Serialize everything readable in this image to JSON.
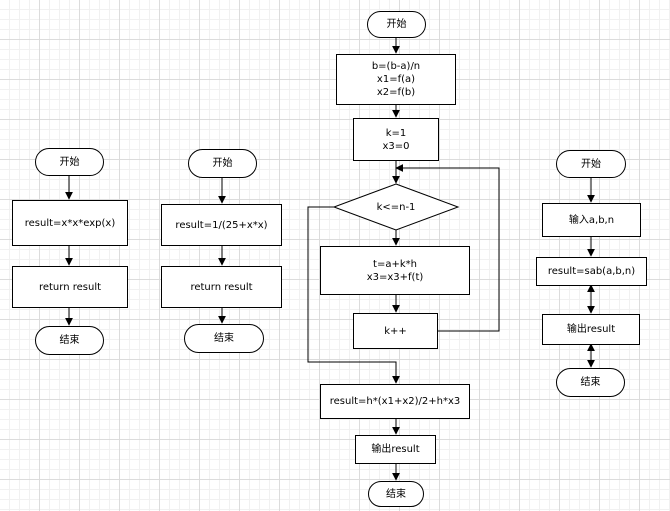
{
  "flow1": {
    "start": "开始",
    "step1": "result=x*x*exp(x)",
    "step2": "return result",
    "end": "结束"
  },
  "flow2": {
    "start": "开始",
    "step1": "result=1/(25+x*x)",
    "step2": "return result",
    "end": "结束"
  },
  "flow3": {
    "start": "开始",
    "init": "b=(b-a)/n\nx1=f(a)\nx2=f(b)",
    "loop_init": "k=1\nx3=0",
    "condition": "k<=n-1",
    "body": "t=a+k*h\nx3=x3+f(t)",
    "increment": "k++",
    "result": "result=h*(x1+x2)/2+h*x3",
    "output": "输出result",
    "end": "结束"
  },
  "flow4": {
    "start": "开始",
    "input": "输入a,b,n",
    "call": "result=sab(a,b,n)",
    "output": "输出result",
    "end": "结束"
  },
  "colors": {
    "stroke": "#000000",
    "fill": "#ffffff",
    "grid": "#dcdcdc"
  }
}
